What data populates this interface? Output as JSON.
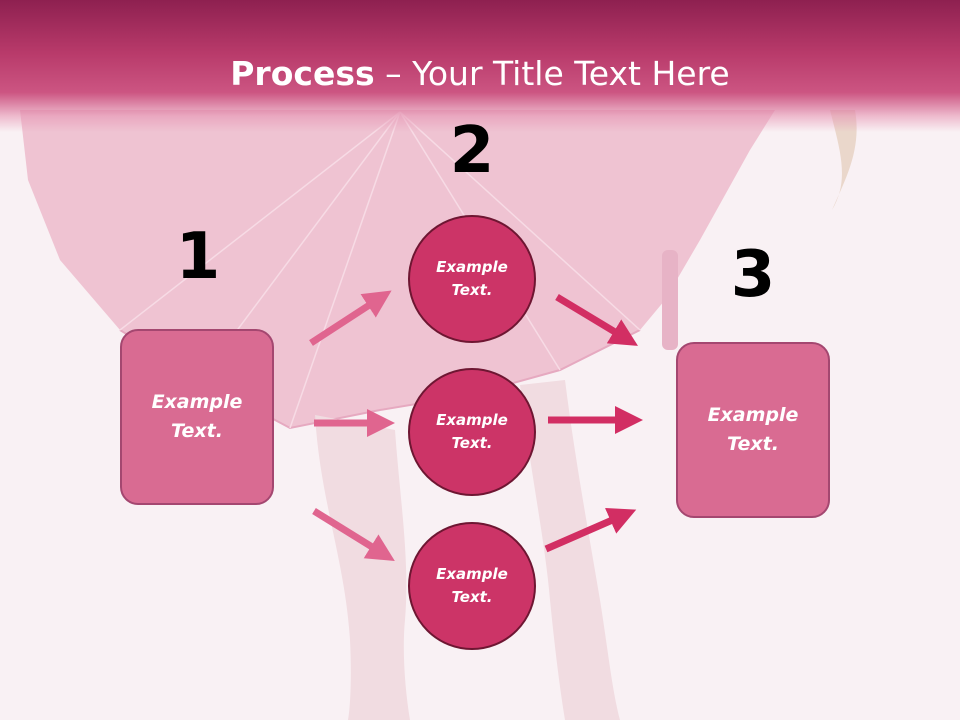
{
  "title": {
    "bold": "Process",
    "rest": " – Your Title Text Here"
  },
  "steps": [
    {
      "number": "1",
      "text": "Example\nText."
    },
    {
      "number": "2",
      "items": [
        "Example\nText.",
        "Example\nText.",
        "Example\nText."
      ]
    },
    {
      "number": "3",
      "text": "Example\nText."
    }
  ],
  "colors": {
    "header_dark": "#8e2050",
    "box_fill": "#d96b92",
    "circle_fill": "#cc3467",
    "arrow_light": "#e0658f",
    "arrow_dark": "#d22e63"
  }
}
